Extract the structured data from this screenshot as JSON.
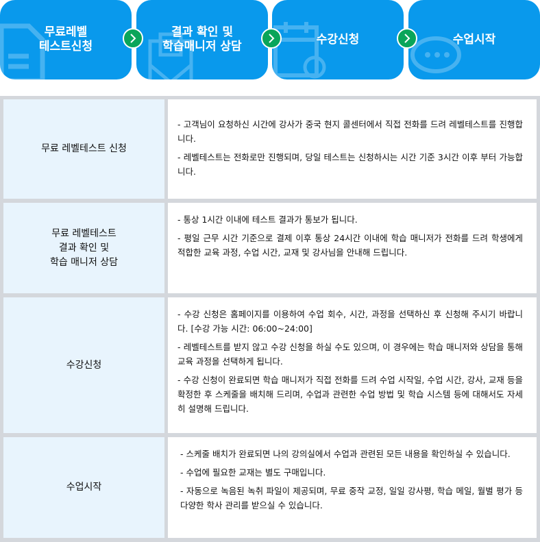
{
  "steps": [
    {
      "label": "무료레벨\n테스트신청",
      "line1": "무료레벨",
      "line2": "테스트신청",
      "icon": "document-icon"
    },
    {
      "label": "결과 확인 및 학습매니저 상담",
      "line1": "결과 확인 및",
      "line2": "학습매니저 상담",
      "icon": "mail-icon"
    },
    {
      "label": "수강신청",
      "line1": "수강신청",
      "icon": "calendar-icon"
    },
    {
      "label": "수업시작",
      "line1": "수업시작",
      "icon": "chat-icon"
    }
  ],
  "rows": [
    {
      "title_lines": [
        "무료 레벨테스트 신청"
      ],
      "items": [
        "- 고객님이 요청하신 시간에 강사가 중국 현지 콜센터에서 직접 전화를 드려 레벨테스트를 진행합니다.",
        "- 레벨테스트는 전화로만 진행되며, 당일 테스트는 신청하시는 시간 기준 3시간 이후 부터 가능합니다."
      ]
    },
    {
      "title_lines": [
        "무료 레벨테스트",
        "결과 확인 및",
        "학습 매니저 상담"
      ],
      "items": [
        "- 통상 1시간 이내에 테스트 결과가 통보가 됩니다.",
        "- 평일 근무 시간 기준으로 결제 이후 통상 24시간 이내에 학습 매니저가 전화를 드려 학생에게 적합한 교육 과정, 수업 시간, 교재 및 강사님을 안내해 드립니다."
      ]
    },
    {
      "title_lines": [
        "수강신청"
      ],
      "items": [
        "- 수강 신청은 홈페이지를 이용하여 수업 회수, 시간, 과정을 선택하신 후 신청해 주시기 바랍니다. [수강 가능 시간: 06:00~24:00]",
        "- 레벨테스트를 받지 않고 수강 신청을 하실 수도 있으며, 이 경우에는 학습 매니저와 상담을 통해 교육 과정을 선택하게 됩니다.",
        "- 수강 신청이 완료되면 학습 매니저가 직접 전화를 드려 수업 시작일, 수업 시간, 강사, 교재 등을 확정한 후 스케줄을 배치해 드리며, 수업과 관련한 수업 방법 및 학습 시스템 등에 대해서도 자세히 설명해 드립니다."
      ]
    },
    {
      "title_lines": [
        "수업시작"
      ],
      "items": [
        "- 스케줄 배치가 완료되면 나의 강의실에서 수업과 관련된 모든 내용을 확인하실 수 있습니다.",
        "- 수업에 필요한 교재는 별도 구매입니다.",
        "- 자동으로 녹음된 녹취 파일이 제공되며, 무료 중작 교정, 일일 강사평, 학습 메일, 월별 평가  등 다양한 학사 관리를 받으실 수 있습니다."
      ]
    }
  ]
}
